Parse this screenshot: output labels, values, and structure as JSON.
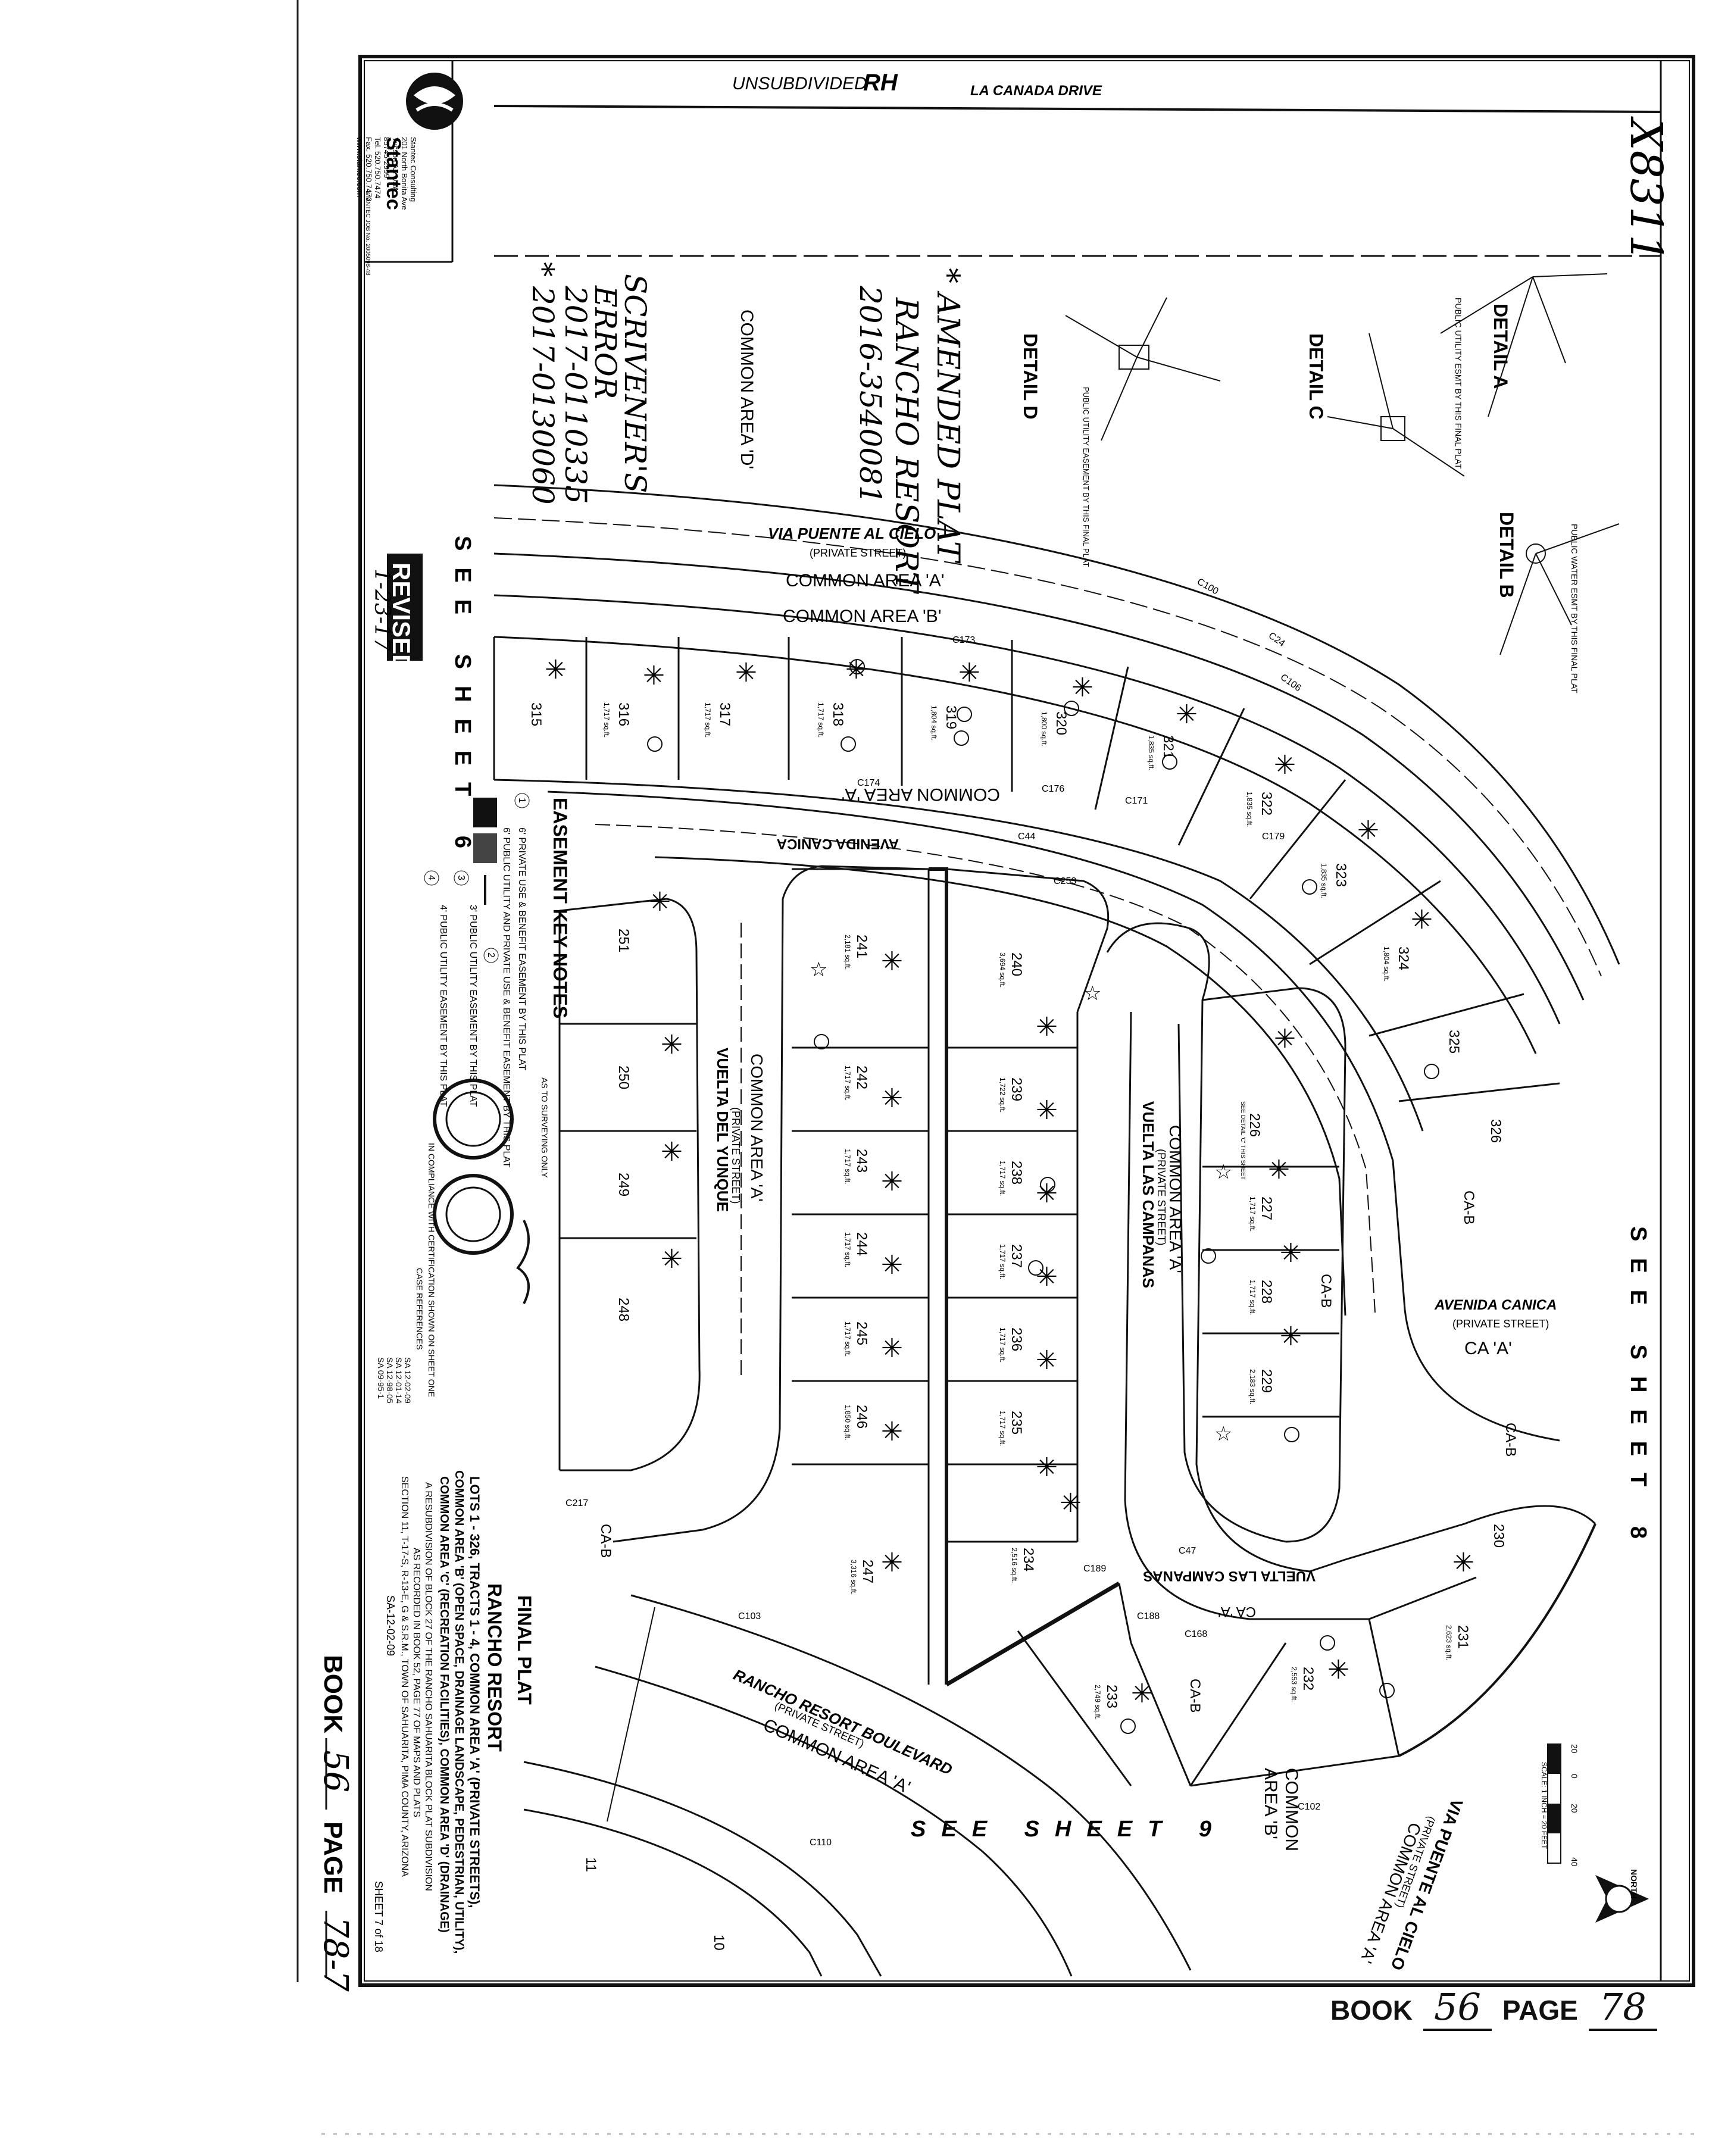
{
  "sheet": {
    "top_road": "UNSUBDIVIDED",
    "top_road_code": "RH",
    "top_drive": "LA CANADA DRIVE",
    "x_number": "X8311",
    "see_sheet_left": "SEE SHEET 6",
    "see_sheet_right": "SEE SHEET 8",
    "see_sheet_bottom": "SEE SHEET 9",
    "revised_stamp": "REVISED",
    "revised_date": "1-23-17"
  },
  "company": {
    "name": "Stantec",
    "lines": [
      "Stantec Consulting",
      "201 North Bonita Ave",
      "Tucson AZ USA",
      "85745-2999",
      "Tel. 520.750.7474",
      "Fax. 520.750.7470",
      "www.stantec.com"
    ],
    "job": "STANTEC JOB No. 2005098-48"
  },
  "notes_handwritten": {
    "amended": "* AMENDED PLAT",
    "project": "RANCHO RESORT",
    "amended_no": "2016-3540081",
    "scriveners": "SCRIVENER'S",
    "error": "ERROR",
    "error_no1": "2017-0110335",
    "error_no2": "* 2017-0130060"
  },
  "details": {
    "a": "DETAIL A",
    "b": "DETAIL B",
    "c": "DETAIL C",
    "d": "DETAIL D",
    "a_label": "PUBLIC UTILITY ESMT BY THIS FINAL PLAT",
    "b_label": "PUBLIC WATER ESMT BY THIS FINAL PLAT",
    "d_label": "PUBLIC UTILITY EASEMENT BY THIS FINAL PLAT"
  },
  "streets": {
    "via_puente": "VIA PUENTE AL CIELO",
    "private": "(PRIVATE STREET)",
    "avenida_canica": "AVENIDA CANICA",
    "vuelta_del_yunque": "VUELTA DEL YUNQUE",
    "vuelta_las_campanas": "VUELTA LAS CAMPANAS",
    "rancho_resort_blvd": "RANCHO RESORT BOULEVARD",
    "common_a": "COMMON AREA 'A'",
    "common_b": "COMMON AREA 'B'",
    "common_d": "COMMON AREA 'D'",
    "ca_a": "CA 'A'",
    "ca_b": "CA-B",
    "common_b_stack": [
      "COMMON",
      "AREA 'B'"
    ]
  },
  "lots": [
    {
      "n": "315",
      "a": ""
    },
    {
      "n": "316",
      "a": "1,717 sq.ft."
    },
    {
      "n": "317",
      "a": "1,717 sq.ft."
    },
    {
      "n": "318",
      "a": "1,717 sq.ft."
    },
    {
      "n": "319",
      "a": "1,804 sq.ft."
    },
    {
      "n": "320",
      "a": "1,800 sq.ft."
    },
    {
      "n": "321",
      "a": "1,835 sq.ft."
    },
    {
      "n": "322",
      "a": "1,835 sq.ft."
    },
    {
      "n": "323",
      "a": "1,835 sq.ft."
    },
    {
      "n": "324",
      "a": "1,804 sq.ft."
    },
    {
      "n": "325",
      "a": ""
    },
    {
      "n": "326",
      "a": ""
    },
    {
      "n": "251",
      "a": ""
    },
    {
      "n": "250",
      "a": ""
    },
    {
      "n": "249",
      "a": ""
    },
    {
      "n": "248",
      "a": ""
    },
    {
      "n": "241",
      "a": "2,181 sq.ft."
    },
    {
      "n": "242",
      "a": "1,717 sq.ft."
    },
    {
      "n": "243",
      "a": "1,717 sq.ft."
    },
    {
      "n": "244",
      "a": "1,717 sq.ft."
    },
    {
      "n": "245",
      "a": "1,717 sq.ft."
    },
    {
      "n": "246",
      "a": "1,850 sq.ft."
    },
    {
      "n": "247",
      "a": "3,316 sq.ft."
    },
    {
      "n": "240",
      "a": "3,694 sq.ft."
    },
    {
      "n": "239",
      "a": "1,722 sq.ft."
    },
    {
      "n": "238",
      "a": "1,717 sq.ft."
    },
    {
      "n": "237",
      "a": "1,717 sq.ft."
    },
    {
      "n": "236",
      "a": "1,717 sq.ft."
    },
    {
      "n": "235",
      "a": "1,717 sq.ft."
    },
    {
      "n": "234",
      "a": "2,516 sq.ft."
    },
    {
      "n": "233",
      "a": "2,749 sq.ft."
    },
    {
      "n": "226",
      "a": "SEE DETAIL 'C' THIS SHEET"
    },
    {
      "n": "227",
      "a": "1,717 sq.ft."
    },
    {
      "n": "228",
      "a": "1,717 sq.ft."
    },
    {
      "n": "229",
      "a": "2,183 sq.ft."
    },
    {
      "n": "230",
      "a": ""
    },
    {
      "n": "231",
      "a": "2,623 sq.ft."
    },
    {
      "n": "232",
      "a": "2,553 sq.ft."
    },
    {
      "n": "11",
      "a": ""
    },
    {
      "n": "10",
      "a": ""
    }
  ],
  "easement_notes": {
    "title": "EASEMENT KEY NOTES",
    "items": [
      {
        "k": "1",
        "t": "6' PRIVATE USE & BENEFIT EASEMENT BY THIS PLAT"
      },
      {
        "k": "2",
        "t": "6' PUBLIC UTILITY AND PRIVATE USE & BENEFIT EASEMENT BY THIS PLAT"
      },
      {
        "k": "3",
        "t": "3' PUBLIC UTILITY EASEMENT BY THIS PLAT"
      },
      {
        "k": "4",
        "t": "4' PUBLIC UTILITY EASEMENT BY THIS PLAT"
      }
    ],
    "surveying_only": "AS TO SURVEYING ONLY",
    "compliance": "IN COMPLIANCE WITH CERTIFICATION SHOWN ON SHEET ONE",
    "case_refs_title": "CASE REFERENCES",
    "case_refs": [
      "SA 12-02-09",
      "SA 12-01-14",
      "SA 12-98-05",
      "SA 09-95-1"
    ]
  },
  "title_block": {
    "final_plat": "FINAL PLAT",
    "name": "RANCHO RESORT",
    "lots_line": "LOTS 1 - 326, TRACTS 1 - 4, COMMON AREA 'A' (PRIVATE STREETS),",
    "line2": "COMMON AREA 'B' (OPEN SPACE, DRAINAGE LANDSCAPE, PEDESTRIAN, UTILITY),",
    "line3": "COMMON AREA 'C' (RECREATION FACILITIES), COMMON AREA 'D' (DRAINAGE)",
    "line4": "A RESUBDIVISION OF BLOCK 27 OF THE RANCHO SAHUARITA BLOCK PLAT SUBDIVISION",
    "line5": "AS RECORDED IN BOOK 52, PAGE 77 OF MAPS AND PLATS",
    "line6": "SECTION 11, T-17-S, R-13-E, G & S.R.M., TOWN OF SAHUARITA, PIMA COUNTY, ARIZONA",
    "case": "SA-12-02-09",
    "sheet": "SHEET 7 of 18"
  },
  "book_rotated": {
    "book": "BOOK",
    "book_no": "56",
    "page": "PAGE",
    "page_no": "78-7"
  },
  "book_footer": {
    "book": "BOOK",
    "book_no": "56",
    "page": "PAGE",
    "page_no": "78"
  },
  "scale": {
    "text": "SCALE: 1 INCH = 20 FEET",
    "ticks": [
      "20",
      "0",
      "20",
      "40"
    ]
  },
  "north": "NORTH",
  "curves": [
    "C100",
    "C24",
    "C106",
    "C173",
    "C174",
    "C176",
    "C171",
    "C44",
    "C179",
    "C253",
    "C217",
    "C103",
    "C110",
    "C102",
    "C47",
    "C188",
    "C189",
    "C168"
  ]
}
